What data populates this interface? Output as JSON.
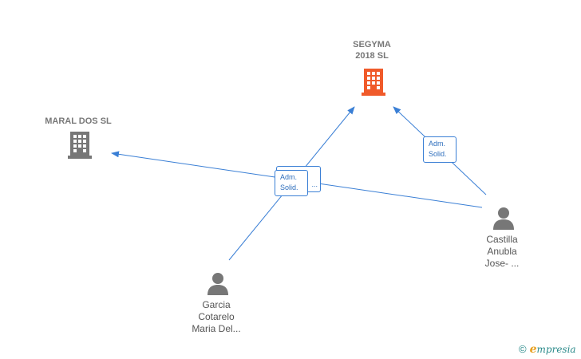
{
  "companies": {
    "segyma": {
      "name_line1": "SEGYMA",
      "name_line2": "2018  SL",
      "color": "#f05a2a",
      "icon": "building-icon"
    },
    "maral": {
      "name": "MARAL DOS SL",
      "color": "#777777",
      "icon": "building-icon"
    }
  },
  "people": {
    "garcia": {
      "line1": "Garcia",
      "line2": "Cotarelo",
      "line3": "Maria Del...",
      "icon": "person-icon"
    },
    "castilla": {
      "line1": "Castilla",
      "line2": "Anubla",
      "line3": "Jose- ...",
      "icon": "person-icon"
    }
  },
  "roles": {
    "garcia_segyma": {
      "line1": "Adm.",
      "line2": "Solid."
    },
    "castilla_segyma": {
      "line1": "Adm.",
      "line2": "Solid."
    },
    "castilla_maral_partial": "..."
  },
  "edge_color": "#3a7fd5",
  "watermark": {
    "copyright": "©",
    "brand_initial": "e",
    "brand_rest": "mpresia"
  }
}
